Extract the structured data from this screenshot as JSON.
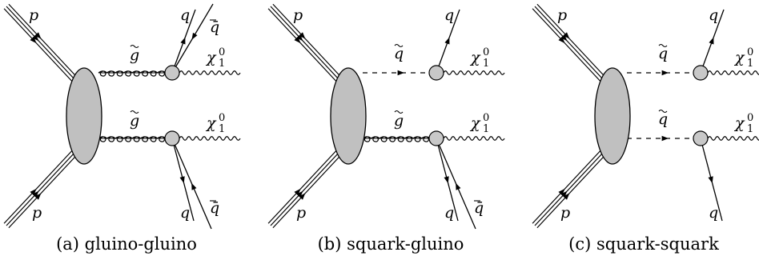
{
  "panels": [
    {
      "caption_tag": "(a)",
      "caption_text": "gluino-gluino",
      "beam_top": "p",
      "beam_bottom": "p",
      "upper": {
        "mediator": "g",
        "mediator_style": "gluon",
        "product": "χ",
        "product_sub": "1",
        "product_sup": "0",
        "quarks": [
          "q",
          "q̄"
        ]
      },
      "lower": {
        "mediator": "g",
        "mediator_style": "gluon",
        "product": "χ",
        "product_sub": "1",
        "product_sup": "0",
        "quarks": [
          "q",
          "q̄"
        ]
      }
    },
    {
      "caption_tag": "(b)",
      "caption_text": "squark-gluino",
      "beam_top": "p",
      "beam_bottom": "p",
      "upper": {
        "mediator": "q",
        "mediator_style": "scalar",
        "product": "χ",
        "product_sub": "1",
        "product_sup": "0",
        "quarks": [
          "q"
        ]
      },
      "lower": {
        "mediator": "g",
        "mediator_style": "gluon",
        "product": "χ",
        "product_sub": "1",
        "product_sup": "0",
        "quarks": [
          "q",
          "q̄"
        ]
      }
    },
    {
      "caption_tag": "(c)",
      "caption_text": "squark-squark",
      "beam_top": "p",
      "beam_bottom": "p",
      "upper": {
        "mediator": "q",
        "mediator_style": "scalar",
        "product": "χ",
        "product_sub": "1",
        "product_sup": "0",
        "quarks": [
          "q"
        ]
      },
      "lower": {
        "mediator": "q",
        "mediator_style": "scalar",
        "product": "χ",
        "product_sub": "1",
        "product_sup": "0",
        "quarks": [
          "q"
        ]
      }
    }
  ],
  "colors": {
    "blob_fill": "#c0c0c0",
    "vertex_fill": "#c8c8c8",
    "line": "#000000"
  }
}
